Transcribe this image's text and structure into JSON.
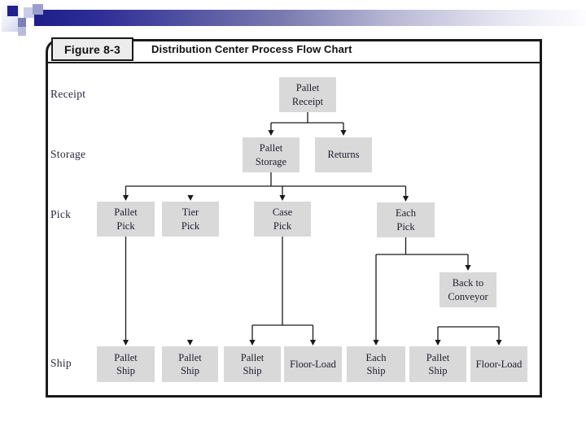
{
  "header": {
    "figure_tag": "Figure 8-3",
    "title": "Distribution Center Process Flow Chart"
  },
  "row_labels": {
    "receipt": "Receipt",
    "storage": "Storage",
    "pick": "Pick",
    "ship": "Ship"
  },
  "nodes": {
    "pallet_receipt": {
      "line1": "Pallet",
      "line2": "Receipt"
    },
    "pallet_storage": {
      "line1": "Pallet",
      "line2": "Storage"
    },
    "returns": {
      "line1": "Returns"
    },
    "pallet_pick": {
      "line1": "Pallet",
      "line2": "Pick"
    },
    "tier_pick": {
      "line1": "Tier",
      "line2": "Pick"
    },
    "case_pick": {
      "line1": "Case",
      "line2": "Pick"
    },
    "each_pick": {
      "line1": "Each",
      "line2": "Pick"
    },
    "back_to_conveyor": {
      "line1": "Back to",
      "line2": "Conveyor"
    },
    "pallet_ship_1": {
      "line1": "Pallet",
      "line2": "Ship"
    },
    "pallet_ship_2": {
      "line1": "Pallet",
      "line2": "Ship"
    },
    "pallet_ship_3": {
      "line1": "Pallet",
      "line2": "Ship"
    },
    "floor_load_1": {
      "line1": "Floor-Load"
    },
    "each_ship": {
      "line1": "Each",
      "line2": "Ship"
    },
    "pallet_ship_4": {
      "line1": "Pallet",
      "line2": "Ship"
    },
    "floor_load_2": {
      "line1": "Floor-Load"
    }
  },
  "edges": [
    {
      "from": "Pallet Receipt",
      "to": "Pallet Storage"
    },
    {
      "from": "Pallet Receipt",
      "to": "Returns"
    },
    {
      "from": "Pallet Storage",
      "to": "Pallet Pick"
    },
    {
      "from": "Pallet Storage",
      "to": "Tier Pick"
    },
    {
      "from": "Pallet Storage",
      "to": "Case Pick"
    },
    {
      "from": "Pallet Storage",
      "to": "Each Pick"
    },
    {
      "from": "Pallet Pick",
      "to": "Pallet Ship"
    },
    {
      "from": "Tier Pick",
      "to": "Pallet Ship"
    },
    {
      "from": "Case Pick",
      "to": "Pallet Ship"
    },
    {
      "from": "Case Pick",
      "to": "Floor-Load"
    },
    {
      "from": "Each Pick",
      "to": "Back to Conveyor"
    },
    {
      "from": "Each Pick",
      "to": "Each Ship"
    },
    {
      "from": "Back to Conveyor",
      "to": "Pallet Ship"
    },
    {
      "from": "Back to Conveyor",
      "to": "Floor-Load"
    }
  ],
  "colors": {
    "accent_navy": "#23238c",
    "node_fill": "#d9d9d9",
    "line": "#1a1a1a"
  }
}
